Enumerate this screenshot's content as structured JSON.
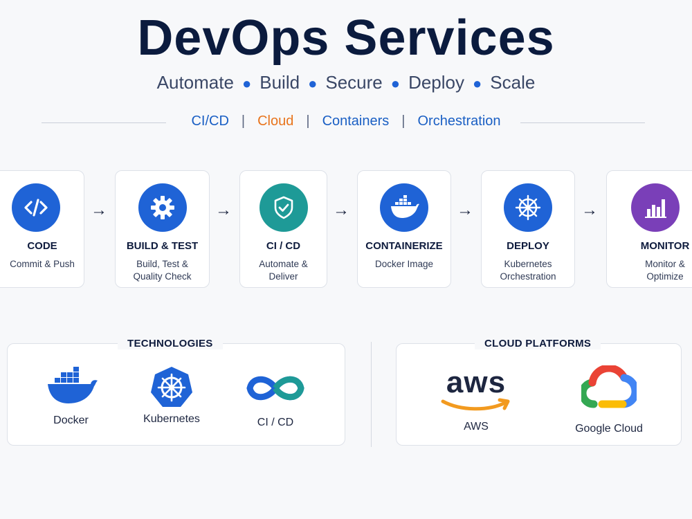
{
  "header": {
    "title": "DevOps Services",
    "subtitle": [
      "Automate",
      "Build",
      "Secure",
      "Deploy",
      "Scale"
    ],
    "tags": [
      "CI/CD",
      "Cloud",
      "Containers",
      "Orchestration"
    ]
  },
  "pipeline": [
    {
      "label": "CODE",
      "desc": [
        "Commit & Push"
      ],
      "icon": "code-icon",
      "color": "#1f63d6"
    },
    {
      "label": "BUILD & TEST",
      "desc": [
        "Build, Test &",
        "Quality Check"
      ],
      "icon": "gear-icon",
      "color": "#1f63d6"
    },
    {
      "label": "CI / CD",
      "desc": [
        "Automate &",
        "Deliver"
      ],
      "icon": "shield-check-icon",
      "color": "#1e9a97"
    },
    {
      "label": "CONTAINERIZE",
      "desc": [
        "Docker Image"
      ],
      "icon": "docker-icon",
      "color": "#1f63d6"
    },
    {
      "label": "DEPLOY",
      "desc": [
        "Kubernetes",
        "Orchestration"
      ],
      "icon": "kubernetes-icon",
      "color": "#1f63d6"
    },
    {
      "label": "MONITOR",
      "desc": [
        "Monitor &",
        "Optimize"
      ],
      "icon": "bar-chart-icon",
      "color": "#7a3fb8"
    }
  ],
  "technologies": {
    "title": "TECHNOLOGIES",
    "items": [
      {
        "label": "Docker",
        "icon": "docker-icon"
      },
      {
        "label": "Kubernetes",
        "icon": "kubernetes-icon"
      },
      {
        "label": "CI / CD",
        "icon": "infinity-icon"
      }
    ]
  },
  "cloud": {
    "title": "CLOUD PLATFORMS",
    "items": [
      {
        "label": "AWS",
        "icon": "aws-logo",
        "logo_text": "aws"
      },
      {
        "label": "Google Cloud",
        "icon": "google-cloud-logo"
      }
    ]
  },
  "colors": {
    "primary": "#1f63d6",
    "accent": "#e8741c",
    "teal": "#1e9a97",
    "purple": "#7a3fb8",
    "navy": "#0b1b3e"
  }
}
